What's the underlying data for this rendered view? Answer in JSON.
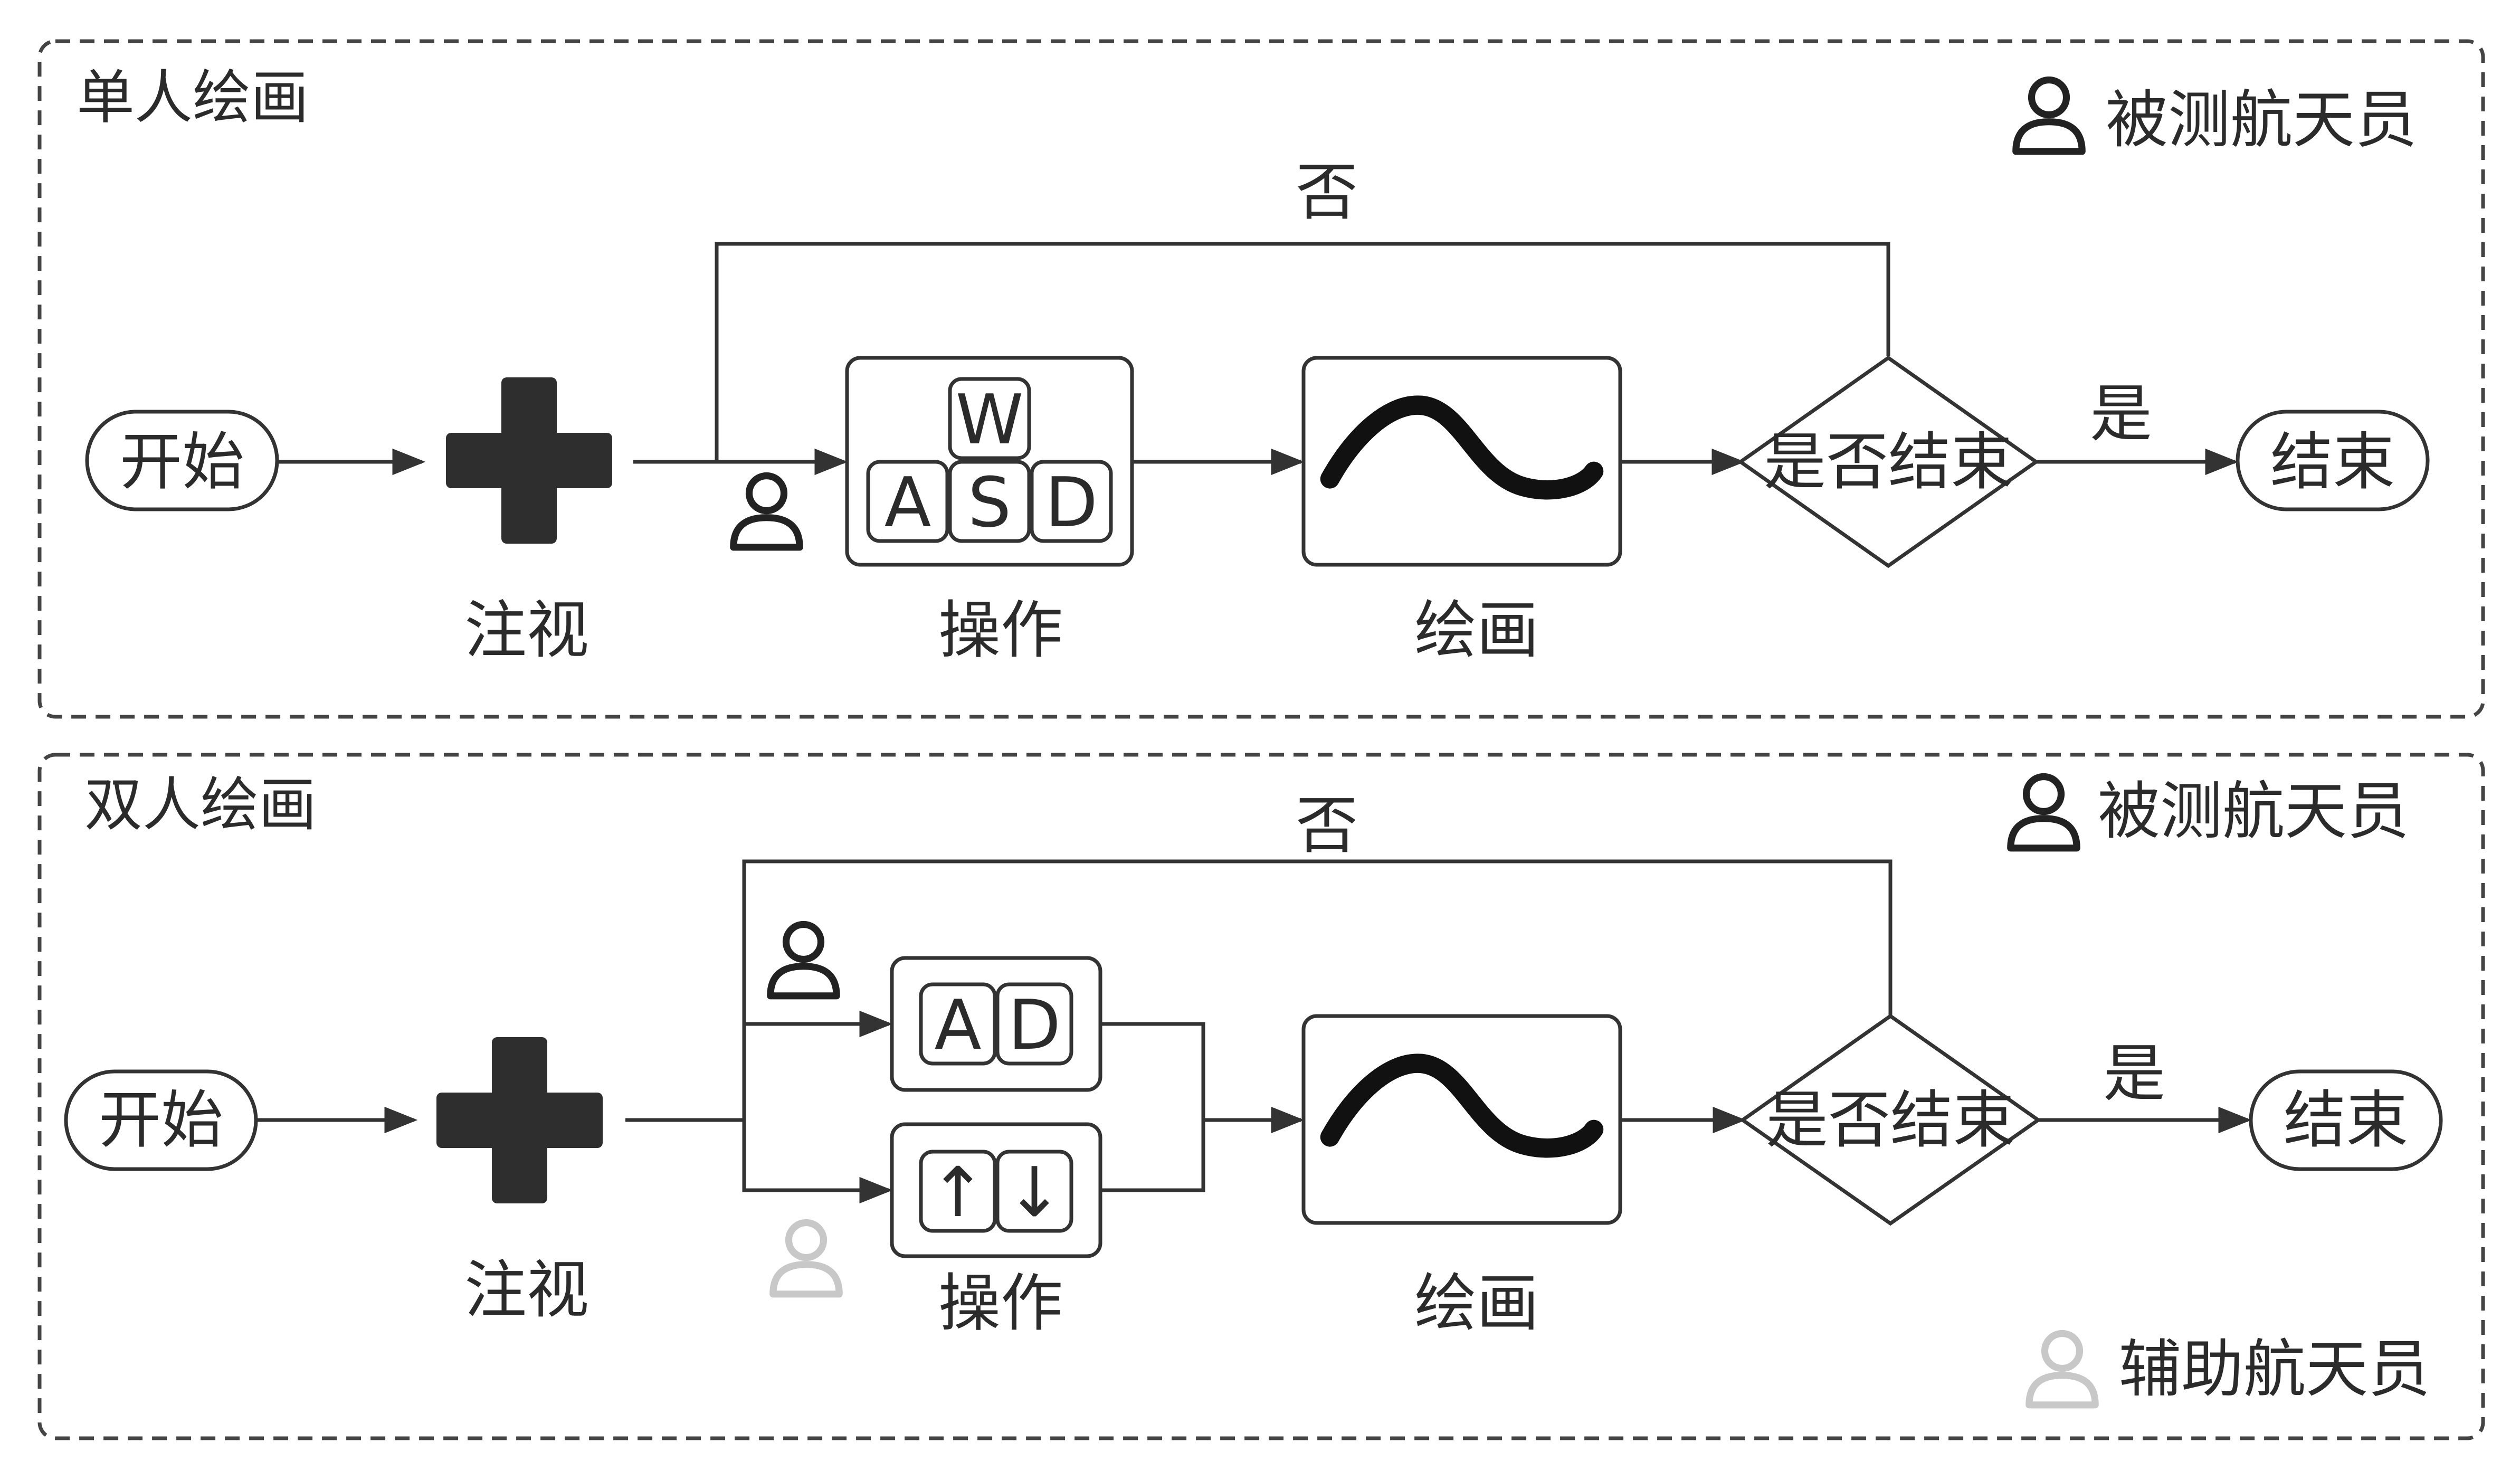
{
  "panels": {
    "single": {
      "title": "单人绘画"
    },
    "dual": {
      "title": "双人绘画"
    }
  },
  "roles": {
    "tested": "被测航天员",
    "assistant": "辅助航天员"
  },
  "nodes": {
    "start": "开始",
    "fixation": "注视",
    "operate": "操作",
    "draw": "绘画",
    "decision": "是否结束",
    "end": "结束"
  },
  "branches": {
    "yes": "是",
    "no": "否"
  },
  "keys": {
    "single": [
      "W",
      "A",
      "S",
      "D"
    ],
    "dual_top": [
      "A",
      "D"
    ],
    "dual_bottom": [
      "↑",
      "↓"
    ]
  },
  "colors": {
    "line": "#333333",
    "tested_icon": "#222222",
    "assistant_icon": "#c8c8c8",
    "cross": "#2e2e2e"
  }
}
